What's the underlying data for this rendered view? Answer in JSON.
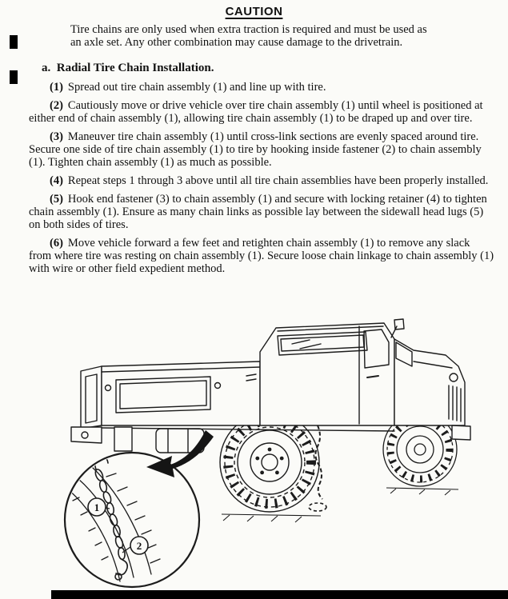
{
  "doc": {
    "caution_title": "CAUTION",
    "caution_text": "Tire chains are only used when extra traction is required and must be used as an axle set. Any other combination may cause damage to the drivetrain.",
    "section_heading": "a.  Radial Tire Chain Installation.",
    "steps": [
      {
        "num": "(1)",
        "text": "Spread out tire chain assembly (1) and line up with tire."
      },
      {
        "num": "(2)",
        "text": "Cautiously move or drive vehicle over tire chain assembly (1) until wheel is positioned at either end of chain assembly (1), allowing tire chain assembly (1) to be draped up and over tire."
      },
      {
        "num": "(3)",
        "text": "Maneuver tire chain assembly (1) until cross-link sections are evenly spaced around tire. Secure one side of tire chain assembly (1) to tire by hooking inside fastener (2) to chain assembly (1). Tighten chain assembly (1) as much as possible."
      },
      {
        "num": "(4)",
        "text": "Repeat steps 1 through 3 above until all tire chain assemblies have been properly installed."
      },
      {
        "num": "(5)",
        "text": "Hook end fastener (3) to chain assembly (1) and secure with locking retainer (4) to tighten chain assembly (1). Ensure as many chain links as possible lay between the sidewall head lugs (5) on both sides of tires."
      },
      {
        "num": "(6)",
        "text": "Move vehicle forward a few feet and retighten chain assembly (1) to remove any slack from where tire was resting on chain assembly (1). Secure loose chain linkage to chain assembly (1) with wire or other field expedient method."
      }
    ],
    "figure": {
      "callouts": [
        "1",
        "2"
      ]
    },
    "ink_color": "#1c1c1c"
  }
}
